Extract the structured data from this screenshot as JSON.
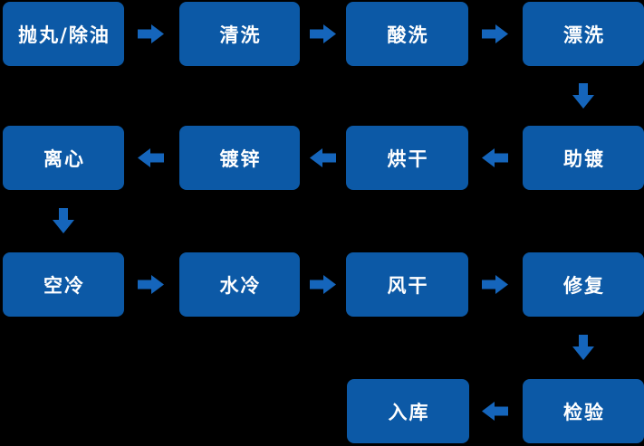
{
  "colors": {
    "background": "#000000",
    "box": "#0c59a6",
    "arrow": "#1565bb",
    "text": "#ffffff"
  },
  "diagram": {
    "type": "flowchart",
    "nodes": [
      {
        "label": "抛丸/除油"
      },
      {
        "label": "清洗"
      },
      {
        "label": "酸洗"
      },
      {
        "label": "漂洗"
      },
      {
        "label": "助镀"
      },
      {
        "label": "烘干"
      },
      {
        "label": "镀锌"
      },
      {
        "label": "离心"
      },
      {
        "label": "空冷"
      },
      {
        "label": "水冷"
      },
      {
        "label": "风干"
      },
      {
        "label": "修复"
      },
      {
        "label": "检验"
      },
      {
        "label": "入库"
      }
    ],
    "edges": [
      {
        "from": "抛丸/除油",
        "to": "清洗",
        "direction": "right"
      },
      {
        "from": "清洗",
        "to": "酸洗",
        "direction": "right"
      },
      {
        "from": "酸洗",
        "to": "漂洗",
        "direction": "right"
      },
      {
        "from": "漂洗",
        "to": "助镀",
        "direction": "down"
      },
      {
        "from": "助镀",
        "to": "烘干",
        "direction": "left"
      },
      {
        "from": "烘干",
        "to": "镀锌",
        "direction": "left"
      },
      {
        "from": "镀锌",
        "to": "离心",
        "direction": "left"
      },
      {
        "from": "离心",
        "to": "空冷",
        "direction": "down"
      },
      {
        "from": "空冷",
        "to": "水冷",
        "direction": "right"
      },
      {
        "from": "水冷",
        "to": "风干",
        "direction": "right"
      },
      {
        "from": "风干",
        "to": "修复",
        "direction": "right"
      },
      {
        "from": "修复",
        "to": "检验",
        "direction": "down"
      },
      {
        "from": "检验",
        "to": "入库",
        "direction": "left"
      }
    ]
  }
}
